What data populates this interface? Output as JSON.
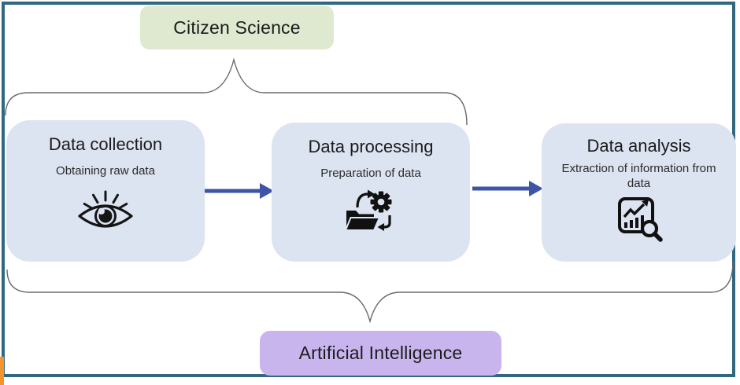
{
  "diagram": {
    "top_label": "Citizen Science",
    "bottom_label": "Artificial Intelligence",
    "steps": [
      {
        "title": "Data collection",
        "subtitle": "Obtaining raw data",
        "icon": "eye-icon"
      },
      {
        "title": "Data processing",
        "subtitle": "Preparation of data",
        "icon": "folder-gear-sync-icon"
      },
      {
        "title": "Data analysis",
        "subtitle": "Extraction of information from data",
        "icon": "chart-magnifier-icon"
      }
    ],
    "colors": {
      "step_box_fill": "#dce3f1",
      "top_label_fill": "#dfe9d0",
      "bottom_label_fill": "#c9b5ee",
      "arrow": "#3d55a6",
      "frame_border": "#31687f",
      "accent_bar": "#f0962d",
      "brace": "#6a6a6a",
      "text": "#1b1b1b"
    }
  }
}
